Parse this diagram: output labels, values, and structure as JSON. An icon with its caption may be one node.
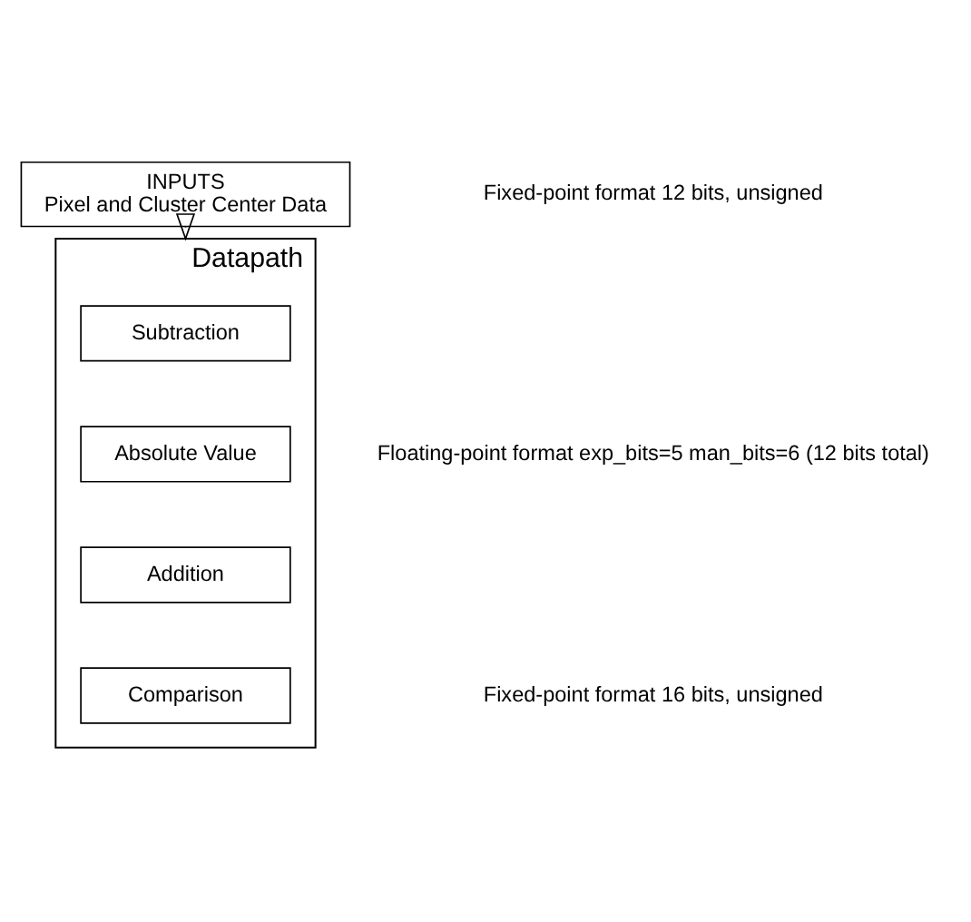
{
  "diagram": {
    "nodes": [
      {
        "text": [
          "INPUTS",
          "Pixel and Cluster Center Data"
        ]
      },
      {
        "text": [
          "Datapath"
        ]
      },
      {
        "text": [
          "Subtraction"
        ],
        "in": 1
      },
      {
        "text": [
          "Absolute Value"
        ],
        "in": 1
      },
      {
        "text": [
          "Addition"
        ],
        "in": 1
      },
      {
        "text": [
          "Comparison"
        ],
        "in": 1
      }
    ],
    "edges": [
      {
        "from": 0,
        "to": 1,
        "arrow": "to"
      }
    ],
    "labels": [
      "Fixed-point format 12 bits, unsigned",
      "Floating-point format exp_bits=5 man_bits=6 (12 bits total)",
      "Fixed-point format 16 bits, unsigned"
    ]
  }
}
